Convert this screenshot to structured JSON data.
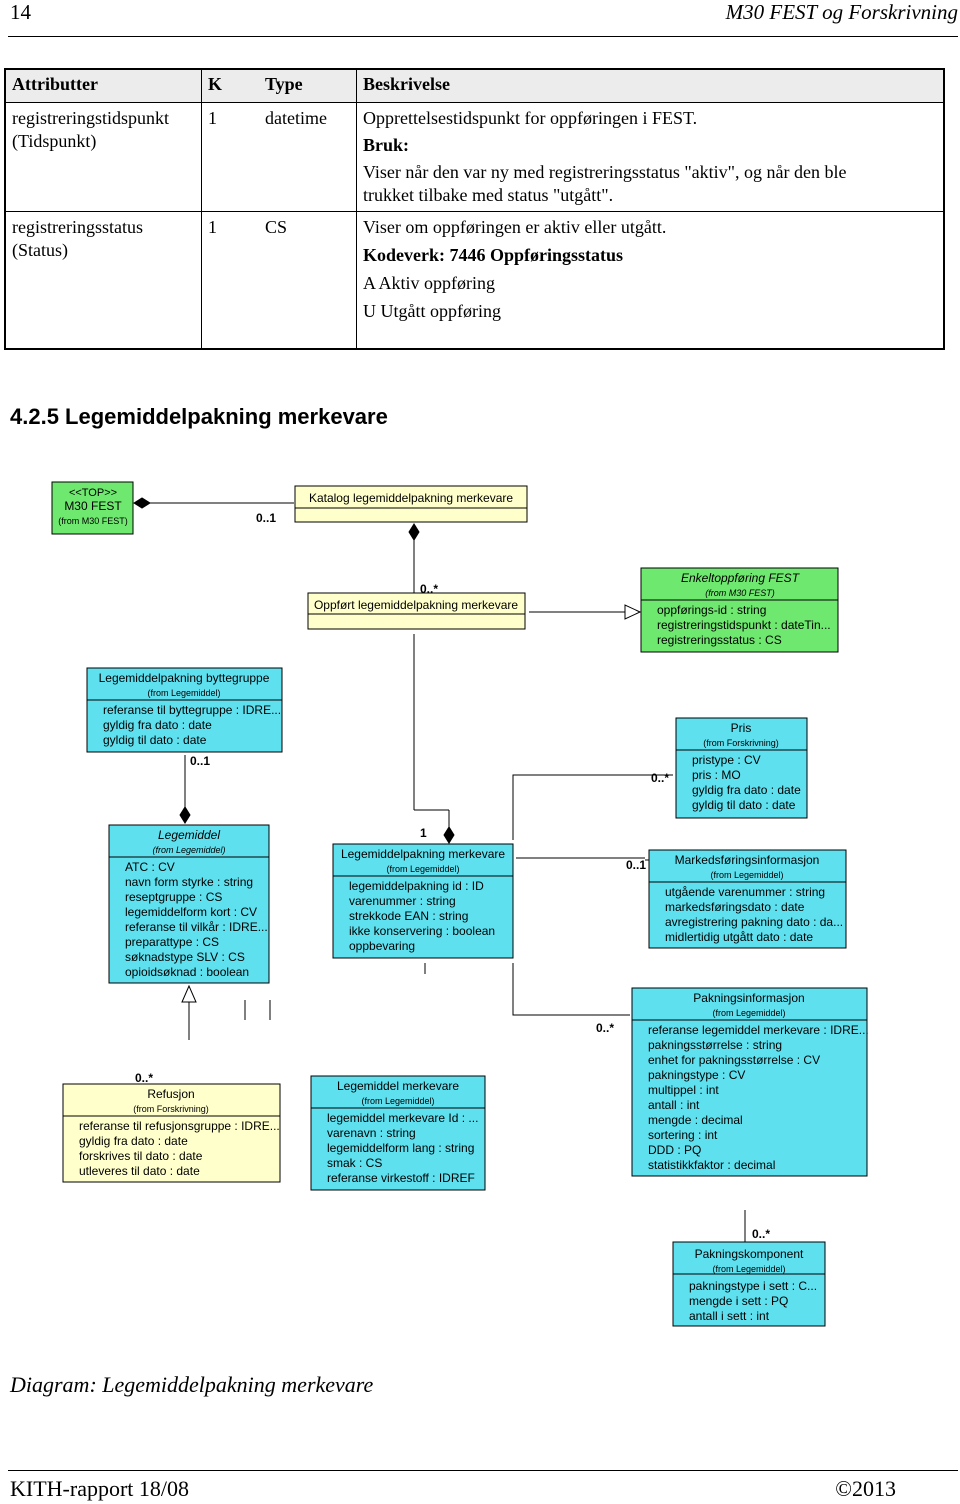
{
  "header": {
    "page_number": "14",
    "doc_title": "M30 FEST og Forskrivning"
  },
  "table": {
    "headers": [
      "Attributter",
      "K",
      "Type",
      "Beskrivelse"
    ],
    "rows": [
      {
        "attr": "registreringstidspunkt",
        "attr2": "(Tidspunkt)",
        "k": "1",
        "type": "datetime",
        "desc": [
          "Opprettelsestidspunkt for oppføringen i FEST."
        ],
        "bold": "Bruk:",
        "desc2": [
          "Viser når den var ny med registreringsstatus \"aktiv\", og når den ble",
          "trukket tilbake med status \"utgått\"."
        ]
      },
      {
        "attr": "registreringsstatus",
        "attr2": "(Status)",
        "k": "1",
        "type": "CS",
        "desc": [
          "Viser om oppføringen er aktiv eller utgått."
        ],
        "bold": "Kodeverk: 7446 Oppføringsstatus",
        "desc2": [
          "A Aktiv oppføring",
          "U Utgått oppføring"
        ]
      }
    ]
  },
  "section_title": "4.2.5   Legemiddelpakning merkevare",
  "diagram": {
    "classes": {
      "top": {
        "stereotype": "<<TOP>>",
        "name": "M30 FEST",
        "from": "(from M30 FEST)"
      },
      "katalog": {
        "name": "Katalog legemiddelpakning merkevare"
      },
      "oppfort": {
        "name": "Oppført legemiddelpakning merkevare"
      },
      "enkelt": {
        "name": "Enkeltoppføring FEST",
        "from": "(from M30 FEST)",
        "attrs": [
          "oppførings-id : string",
          "registreringstidspunkt : dateTin...",
          "registreringsstatus : CS"
        ]
      },
      "bytte": {
        "name": "Legemiddelpakning byttegruppe",
        "from": "(from Legemiddel)",
        "attrs": [
          "referanse til byttegruppe : IDRE...",
          "gyldig fra dato : date",
          "gyldig til dato : date"
        ]
      },
      "pris": {
        "name": "Pris",
        "from": "(from Forskrivning)",
        "attrs": [
          "pristype : CV",
          "pris : MO",
          "gyldig fra dato : date",
          "gyldig til dato : date"
        ]
      },
      "legemiddel": {
        "name": "Legemiddel",
        "from": "(from Legemiddel)",
        "attrs": [
          "ATC : CV",
          "navn form styrke : string",
          "reseptgruppe : CS",
          "legemiddelform kort : CV",
          "referanse til vilkår : IDRE...",
          "preparattype : CS",
          "søknadstype SLV : CS",
          "opioidsøknad : boolean"
        ]
      },
      "lpm": {
        "name": "Legemiddelpakning merkevare",
        "from": "(from Legemiddel)",
        "attrs": [
          "legemiddelpakning id : ID",
          "varenummer : string",
          "strekkode EAN : string",
          "ikke konservering : boolean",
          "oppbevaring"
        ]
      },
      "marked": {
        "name": "Markedsføringsinformasjon",
        "from": "(from Legemiddel)",
        "attrs": [
          "utgående varenummer : string",
          "markedsføringsdato : date",
          "avregistrering pakning dato : da...",
          "midlertidig utgått dato : date"
        ]
      },
      "pakinfo": {
        "name": "Pakningsinformasjon",
        "from": "(from Legemiddel)",
        "attrs": [
          "referanse legemiddel merkevare : IDRE...",
          "pakningsstørrelse : string",
          "enhet for pakningsstørrelse : CV",
          "pakningstype : CV",
          "multippel : int",
          "antall : int",
          "mengde : decimal",
          "sortering : int",
          "DDD : PQ",
          "statistikkfaktor : decimal"
        ]
      },
      "refusjon": {
        "name": "Refusjon",
        "from": "(from Forskrivning)",
        "attrs": [
          "referanse til refusjonsgruppe : IDRE...",
          "gyldig fra dato : date",
          "forskrives til dato : date",
          "utleveres til dato : date"
        ]
      },
      "lmmerke": {
        "name": "Legemiddel merkevare",
        "from": "(from Legemiddel)",
        "attrs": [
          "legemiddel merkevare Id : ...",
          "varenavn : string",
          "legemiddelform lang : string",
          "smak : CS",
          "referanse virkestoff : IDREF"
        ]
      },
      "pakkomp": {
        "name": "Pakningskomponent",
        "from": "(from Legemiddel)",
        "attrs": [
          "pakningstype i sett : C...",
          "mengde i sett : PQ",
          "antall i sett : int"
        ]
      }
    },
    "multiplicities": {
      "m_top": "0..1",
      "m_oppfort": "0..*",
      "m_bytte": "0..1",
      "m_lpm": "1",
      "m_pris": "0..*",
      "m_marked": "0..1",
      "m_pakinfo": "0..*",
      "m_refusjon": "0..*",
      "m_pakkomp": "0..*"
    }
  },
  "caption": "Diagram: Legemiddelpakning merkevare",
  "footer": {
    "left": "KITH-rapport 18/08",
    "right": "©2013"
  },
  "colors": {
    "cyan": "#5ee0ef",
    "green": "#6ee86e",
    "yellow": "#ffffcc"
  }
}
